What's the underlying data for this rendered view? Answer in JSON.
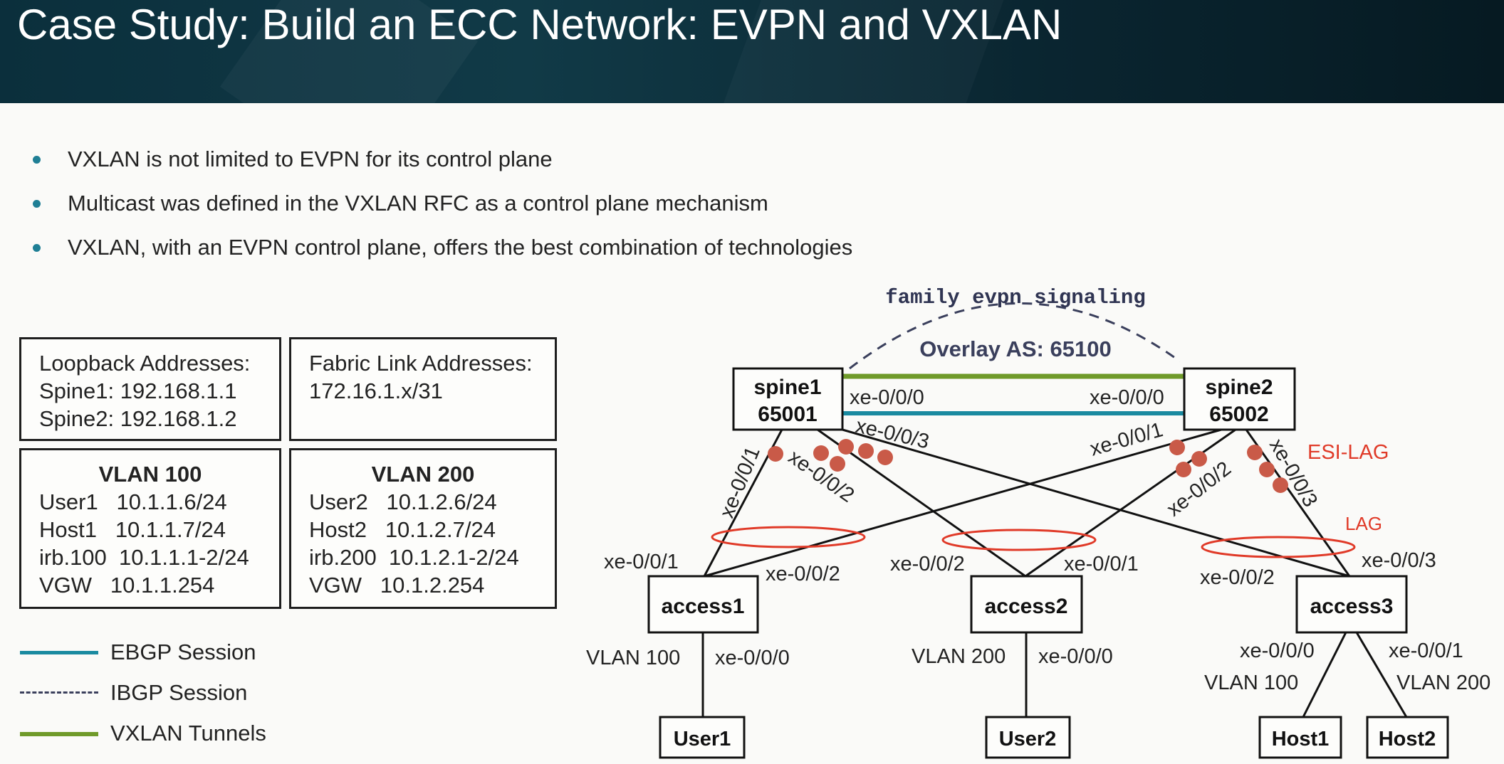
{
  "title": "Case Study: Build an ECC Network: EVPN and VXLAN",
  "bullets": [
    "VXLAN is not limited to EVPN for its control plane",
    "Multicast was defined in the VXLAN RFC as a control plane mechanism",
    "VXLAN, with an EVPN control plane, offers the best combination of technologies"
  ],
  "info_boxes": {
    "loopback": {
      "lines": [
        "Loopback Addresses:",
        "Spine1: 192.168.1.1",
        "Spine2: 192.168.1.2"
      ]
    },
    "fabric": {
      "lines": [
        "Fabric Link Addresses:",
        "172.16.1.x/31"
      ]
    },
    "vlan100": {
      "header": "VLAN 100",
      "lines": [
        "User1   10.1.1.6/24",
        "Host1   10.1.1.7/24",
        "irb.100  10.1.1.1-2/24",
        "VGW   10.1.1.254"
      ]
    },
    "vlan200": {
      "header": "VLAN 200",
      "lines": [
        "User2   10.1.2.6/24",
        "Host2   10.1.2.7/24",
        "irb.200  10.1.2.1-2/24",
        "VGW   10.1.2.254"
      ]
    }
  },
  "legend": [
    {
      "label": "EBGP Session",
      "color": "#1a8aa0",
      "style": "solid"
    },
    {
      "label": "IBGP Session",
      "color": "#3a3f5c",
      "style": "dashed"
    },
    {
      "label": "VXLAN Tunnels",
      "color": "#6f9a2a",
      "style": "solid"
    }
  ],
  "colors": {
    "ebgp": "#1a8aa0",
    "ibgp": "#3a3f5c",
    "vxlan": "#6f9a2a",
    "esi_lag": "#e03a28",
    "lag_dot": "#c95a48"
  },
  "diagram": {
    "family_label": "family evpn signaling",
    "overlay_label": "Overlay AS: 65100",
    "esi_lag_label": "ESI-LAG",
    "lag_label": "LAG",
    "nodes": {
      "spine1": [
        "spine1",
        "65001"
      ],
      "spine2": [
        "spine2",
        "65002"
      ],
      "access1": "access1",
      "access2": "access2",
      "access3": "access3",
      "user1": "User1",
      "user2": "User2",
      "host1": "Host1",
      "host2": "Host2"
    },
    "interfaces": {
      "spine1_inner": "xe-0/0/0",
      "spine2_inner": "xe-0/0/0",
      "spine1_p1": "xe-0/0/1",
      "spine1_p2": "xe-0/0/2",
      "spine1_p3": "xe-0/0/3",
      "spine2_p1": "xe-0/0/1",
      "spine2_p2": "xe-0/0/2",
      "spine2_p3": "xe-0/0/3",
      "access1_left": "xe-0/0/1",
      "access1_right": "xe-0/0/2",
      "access2_left": "xe-0/0/2",
      "access2_right": "xe-0/0/1",
      "access3_left": "xe-0/0/2",
      "access3_right": "xe-0/0/3",
      "access1_down": "xe-0/0/0",
      "access2_down": "xe-0/0/0",
      "access3_down_left": "xe-0/0/0",
      "access3_down_right": "xe-0/0/1"
    },
    "vlan_labels": {
      "access1": "VLAN 100",
      "access2": "VLAN 200",
      "host1": "VLAN 100",
      "host2": "VLAN 200"
    }
  }
}
